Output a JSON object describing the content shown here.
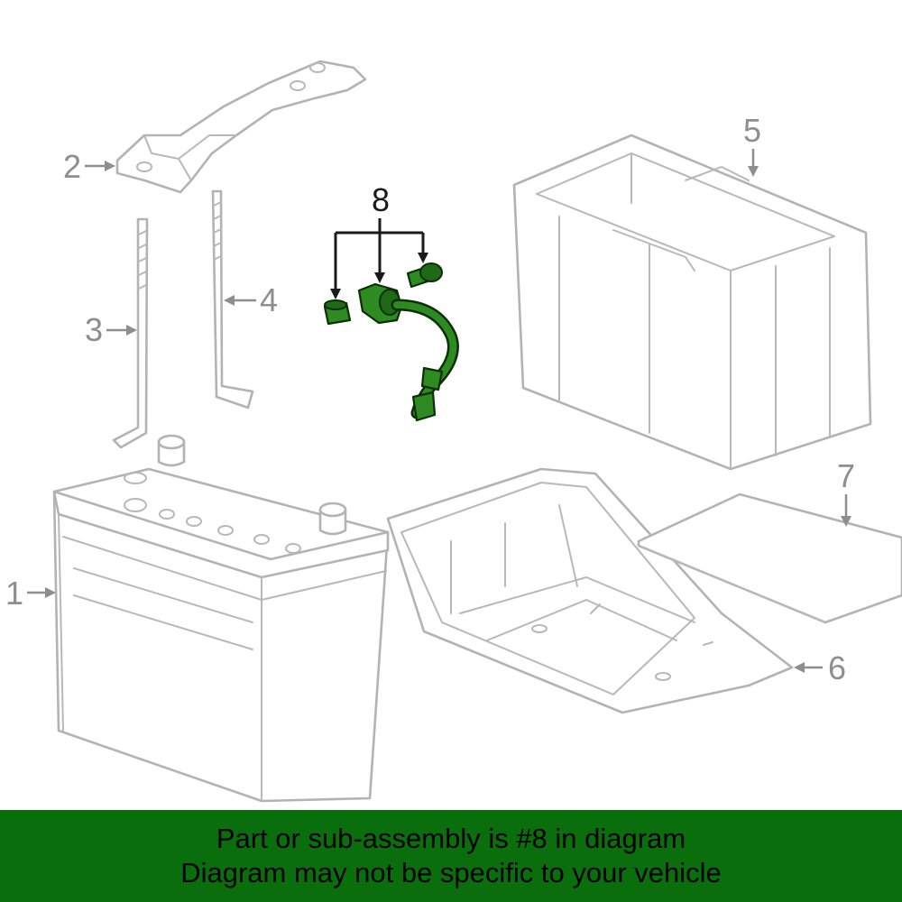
{
  "callouts": {
    "c1": "1",
    "c2": "2",
    "c3": "3",
    "c4": "4",
    "c5": "5",
    "c6": "6",
    "c7": "7",
    "c8": "8"
  },
  "banner": {
    "line1": "Part or sub-assembly is #8 in diagram",
    "line2": "Diagram may not be specific to your vehicle"
  },
  "colors": {
    "highlight_part": "#2e8b22",
    "banner_background": "#0b6e0d",
    "line_art": "#b3b3b3",
    "callout": "#8e8e8e"
  }
}
